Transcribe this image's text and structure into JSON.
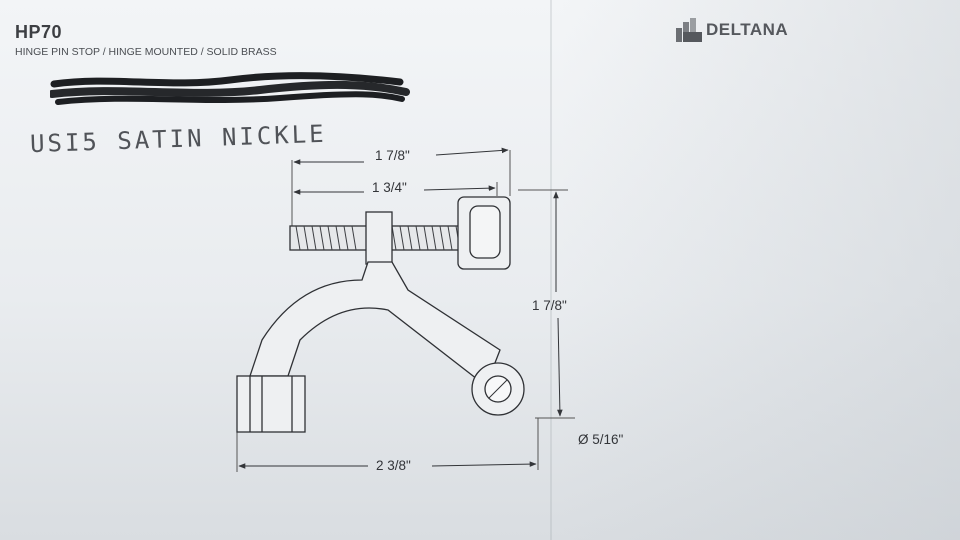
{
  "header": {
    "model": "HP70",
    "subtitle": "HINGE PIN STOP / HINGE MOUNTED / SOLID BRASS",
    "brand": "DELTANA"
  },
  "handwritten_note": "USI5  SATIN NICKLE",
  "dimensions": {
    "overall_screw_length": "1 7/8\"",
    "screw_length": "1 3/4\"",
    "height": "1 7/8\"",
    "pin_hole_diameter": "Ø 5/16\"",
    "base_width": "2 3/8\""
  },
  "colors": {
    "paper": "#eef1f3",
    "ink": "#2f3135",
    "brand_gray": "#55585d"
  }
}
